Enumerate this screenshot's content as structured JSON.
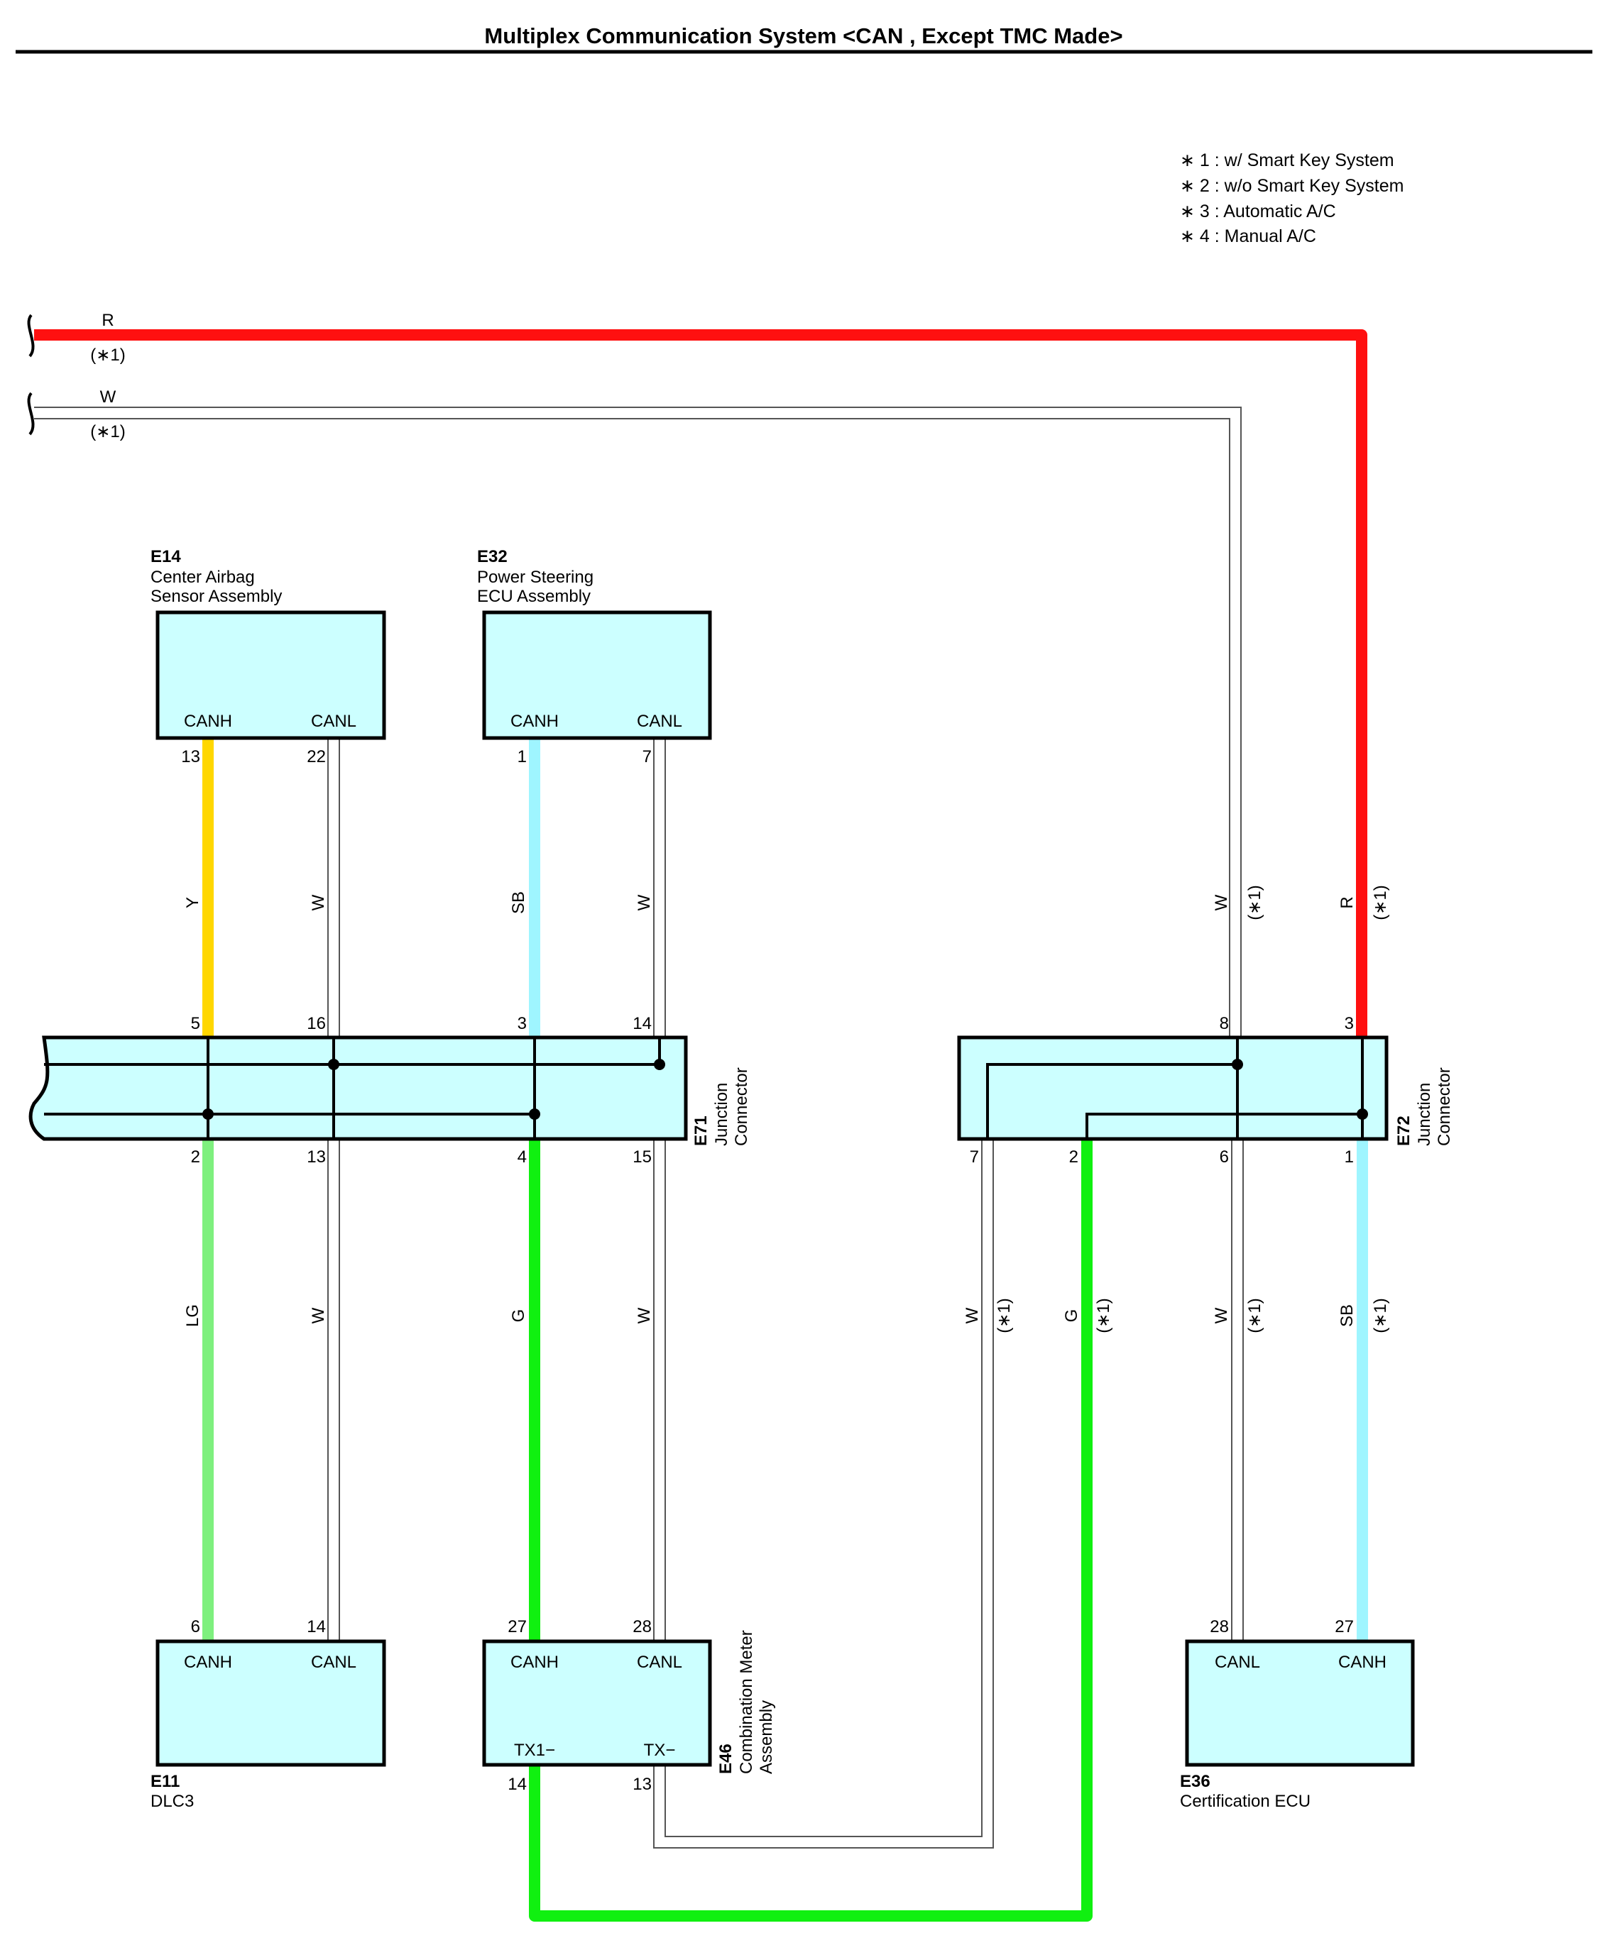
{
  "title": "Multiplex Communication System <CAN , Except TMC Made>",
  "notes": [
    "∗ 1 : w/ Smart Key System",
    "∗ 2 : w/o Smart Key System",
    "∗ 3 : Automatic A/C",
    "∗ 4 : Manual A/C"
  ],
  "colors": {
    "R": "#ff1010",
    "W": "#ffffff",
    "Y": "#ffd700",
    "SB": "#9ff5ff",
    "LG": "#7ef07e",
    "G": "#10f010",
    "box_fill": "#ccffff",
    "outline": "#000000"
  },
  "incoming": {
    "r": {
      "color": "R",
      "note": "(∗1)"
    },
    "w": {
      "color": "W",
      "note": "(∗1)"
    }
  },
  "components": {
    "e14": {
      "code": "E14",
      "name1": "Center Airbag",
      "name2": "Sensor Assembly",
      "term1": "CANH",
      "term2": "CANL"
    },
    "e32": {
      "code": "E32",
      "name1": "Power Steering",
      "name2": "ECU Assembly",
      "term1": "CANH",
      "term2": "CANL"
    },
    "e11": {
      "code": "E11",
      "name1": "DLC3",
      "term1": "CANH",
      "term2": "CANL"
    },
    "e46": {
      "code": "E46",
      "name1": "Combination Meter",
      "name2": "Assembly",
      "term1": "CANH",
      "term2": "CANL",
      "term3": "TX1−",
      "term4": "TX−"
    },
    "e36": {
      "code": "E36",
      "name1": "Certification ECU",
      "term1": "CANL",
      "term2": "CANH"
    },
    "e71": {
      "code": "E71",
      "name1": "Junction",
      "name2": "Connector"
    },
    "e72": {
      "code": "E72",
      "name1": "Junction",
      "name2": "Connector"
    }
  },
  "pins": {
    "e14_canh": "13",
    "e14_canl": "22",
    "e32_canh": "1",
    "e32_canl": "7",
    "e71_top": [
      "5",
      "16",
      "3",
      "14"
    ],
    "e71_bot": [
      "2",
      "13",
      "4",
      "15"
    ],
    "e72_top": [
      "8",
      "3"
    ],
    "e72_bot": [
      "7",
      "2",
      "6",
      "1"
    ],
    "e11_canh": "6",
    "e11_canl": "14",
    "e46_canh": "27",
    "e46_canl": "28",
    "e46_tx1": "14",
    "e46_tx": "13",
    "e36_canl": "28",
    "e36_canh": "27"
  },
  "wire_labels": {
    "y": "Y",
    "w1": "W",
    "sb1": "SB",
    "w2": "W",
    "w3": "W",
    "r2": "R",
    "lg": "LG",
    "w4": "W",
    "g1": "G",
    "w5": "W",
    "w6": "W",
    "g2": "G",
    "w7": "W",
    "sb2": "SB",
    "note": "(∗1)"
  }
}
